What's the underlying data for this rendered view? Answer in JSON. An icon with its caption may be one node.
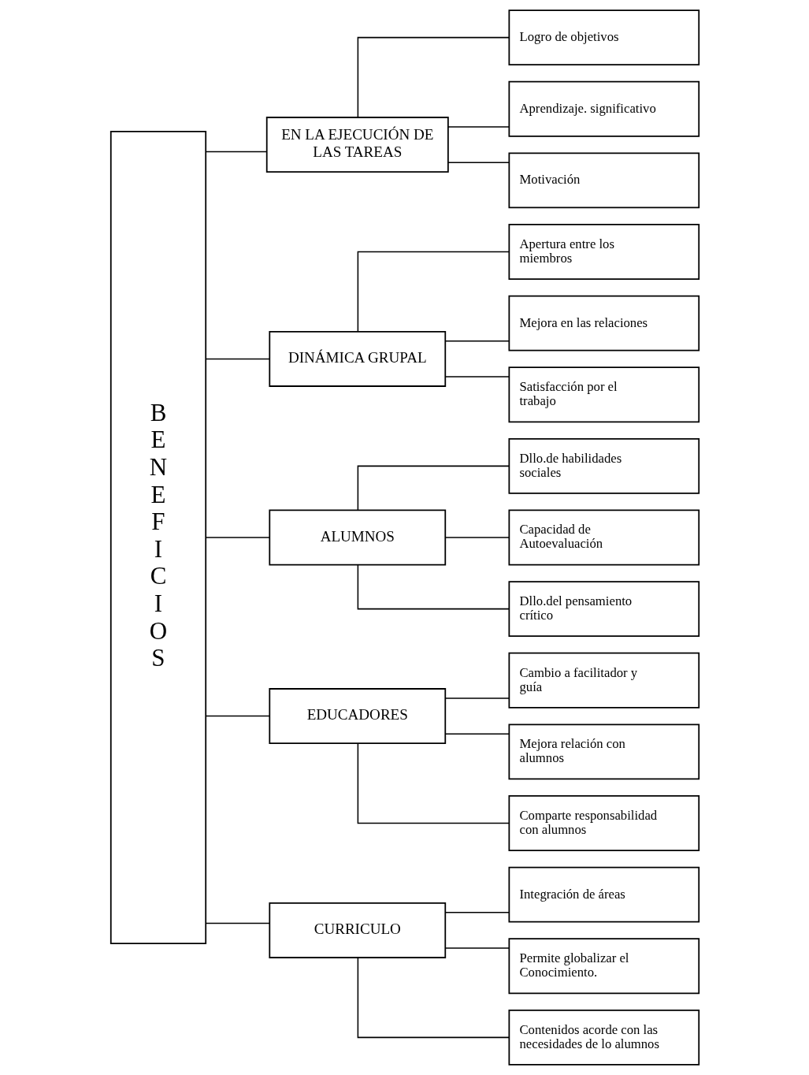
{
  "diagram": {
    "nodes": [
      {
        "text": [
          "BENEFICIOS"
        ]
      },
      {
        "text": [
          "EN LA EJECUCIÓN DE LAS TAREAS"
        ]
      },
      {
        "text": [
          "DINÁMICA GRUPAL"
        ]
      },
      {
        "text": [
          "ALUMNOS"
        ]
      },
      {
        "text": [
          "EDUCADORES"
        ]
      },
      {
        "text": [
          "CURRICULO"
        ]
      },
      {
        "text": [
          "Logro de objetivos"
        ]
      },
      {
        "text": [
          "Aprendizaje. significativo"
        ]
      },
      {
        "text": [
          "Motivación"
        ]
      },
      {
        "text": [
          "Apertura entre los miembros"
        ]
      },
      {
        "text": [
          "Mejora en las relaciones"
        ]
      },
      {
        "text": [
          "Satisfacción por el trabajo"
        ]
      },
      {
        "text": [
          "Dllo.de habilidades sociales"
        ]
      },
      {
        "text": [
          "Capacidad de Autoevaluación"
        ]
      },
      {
        "text": [
          "Dllo.del pensamiento crítico"
        ]
      },
      {
        "text": [
          "Cambio a facilitador y guía"
        ]
      },
      {
        "text": [
          "Mejora relación con  alumnos"
        ]
      },
      {
        "text": [
          "Comparte responsabilidad con alumnos"
        ]
      },
      {
        "text": [
          "Integración de áreas"
        ]
      },
      {
        "text": [
          "Permite globalizar el Conocimiento."
        ]
      },
      {
        "text": [
          "Contenidos acorde con las necesidades de lo alumnos"
        ]
      }
    ],
    "edges": [
      {
        "from": 0,
        "to": 1,
        "arrow": "none"
      },
      {
        "from": 0,
        "to": 2,
        "arrow": "none"
      },
      {
        "from": 0,
        "to": 3,
        "arrow": "none"
      },
      {
        "from": 0,
        "to": 4,
        "arrow": "none"
      },
      {
        "from": 0,
        "to": 5,
        "arrow": "none"
      },
      {
        "from": 1,
        "to": 6,
        "arrow": "none"
      },
      {
        "from": 1,
        "to": 7,
        "arrow": "none"
      },
      {
        "from": 1,
        "to": 8,
        "arrow": "none"
      },
      {
        "from": 2,
        "to": 9,
        "arrow": "none"
      },
      {
        "from": 2,
        "to": 10,
        "arrow": "none"
      },
      {
        "from": 2,
        "to": 11,
        "arrow": "none"
      },
      {
        "from": 3,
        "to": 12,
        "arrow": "none"
      },
      {
        "from": 3,
        "to": 13,
        "arrow": "none"
      },
      {
        "from": 3,
        "to": 14,
        "arrow": "none"
      },
      {
        "from": 4,
        "to": 15,
        "arrow": "none"
      },
      {
        "from": 4,
        "to": 16,
        "arrow": "none"
      },
      {
        "from": 4,
        "to": 17,
        "arrow": "none"
      },
      {
        "from": 5,
        "to": 18,
        "arrow": "none"
      },
      {
        "from": 5,
        "to": 19,
        "arrow": "none"
      },
      {
        "from": 5,
        "to": 20,
        "arrow": "none"
      }
    ]
  }
}
